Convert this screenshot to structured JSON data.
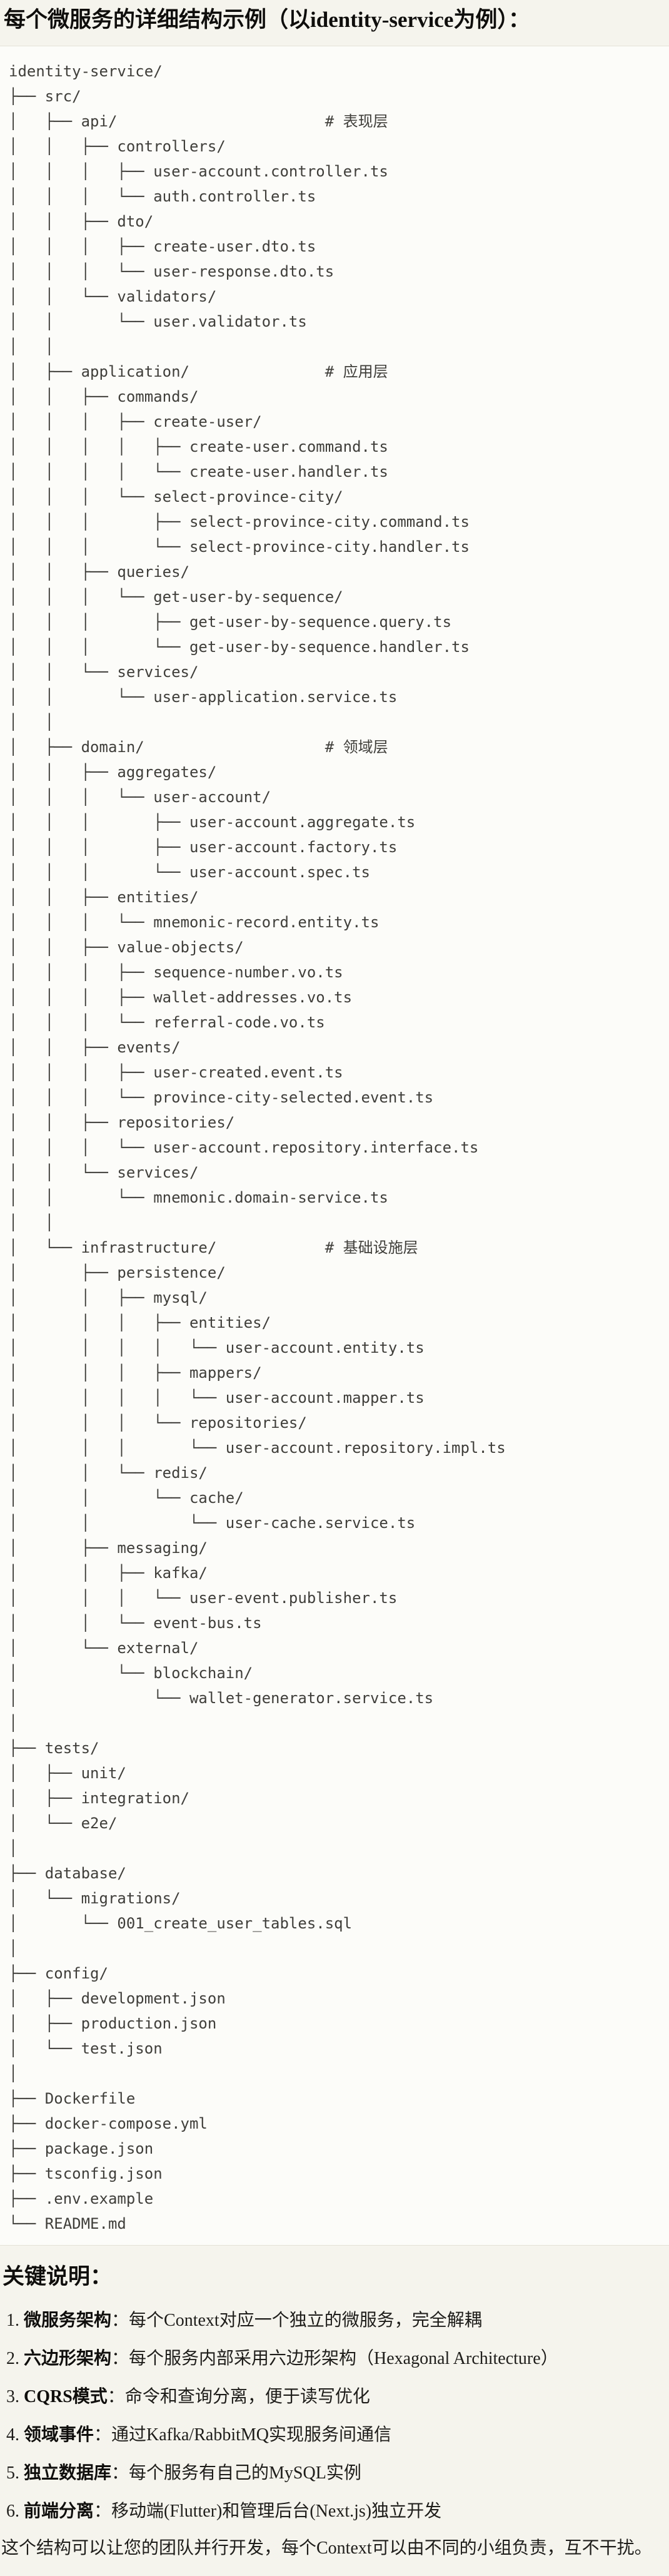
{
  "title": "每个微服务的详细结构示例（以identity-service为例）：",
  "code_block": {
    "lines": [
      "identity-service/",
      "├── src/",
      "│   ├── api/                       # 表现层",
      "│   │   ├── controllers/",
      "│   │   │   ├── user-account.controller.ts",
      "│   │   │   └── auth.controller.ts",
      "│   │   ├── dto/",
      "│   │   │   ├── create-user.dto.ts",
      "│   │   │   └── user-response.dto.ts",
      "│   │   └── validators/",
      "│   │       └── user.validator.ts",
      "│   │",
      "│   ├── application/               # 应用层",
      "│   │   ├── commands/",
      "│   │   │   ├── create-user/",
      "│   │   │   │   ├── create-user.command.ts",
      "│   │   │   │   └── create-user.handler.ts",
      "│   │   │   └── select-province-city/",
      "│   │   │       ├── select-province-city.command.ts",
      "│   │   │       └── select-province-city.handler.ts",
      "│   │   ├── queries/",
      "│   │   │   └── get-user-by-sequence/",
      "│   │   │       ├── get-user-by-sequence.query.ts",
      "│   │   │       └── get-user-by-sequence.handler.ts",
      "│   │   └── services/",
      "│   │       └── user-application.service.ts",
      "│   │",
      "│   ├── domain/                    # 领域层",
      "│   │   ├── aggregates/",
      "│   │   │   └── user-account/",
      "│   │   │       ├── user-account.aggregate.ts",
      "│   │   │       ├── user-account.factory.ts",
      "│   │   │       └── user-account.spec.ts",
      "│   │   ├── entities/",
      "│   │   │   └── mnemonic-record.entity.ts",
      "│   │   ├── value-objects/",
      "│   │   │   ├── sequence-number.vo.ts",
      "│   │   │   ├── wallet-addresses.vo.ts",
      "│   │   │   └── referral-code.vo.ts",
      "│   │   ├── events/",
      "│   │   │   ├── user-created.event.ts",
      "│   │   │   └── province-city-selected.event.ts",
      "│   │   ├── repositories/",
      "│   │   │   └── user-account.repository.interface.ts",
      "│   │   └── services/",
      "│   │       └── mnemonic.domain-service.ts",
      "│   │",
      "│   └── infrastructure/            # 基础设施层",
      "│       ├── persistence/",
      "│       │   ├── mysql/",
      "│       │   │   ├── entities/",
      "│       │   │   │   └── user-account.entity.ts",
      "│       │   │   ├── mappers/",
      "│       │   │   │   └── user-account.mapper.ts",
      "│       │   │   └── repositories/",
      "│       │   │       └── user-account.repository.impl.ts",
      "│       │   └── redis/",
      "│       │       └── cache/",
      "│       │           └── user-cache.service.ts",
      "│       ├── messaging/",
      "│       │   ├── kafka/",
      "│       │   │   └── user-event.publisher.ts",
      "│       │   └── event-bus.ts",
      "│       └── external/",
      "│           └── blockchain/",
      "│               └── wallet-generator.service.ts",
      "│",
      "├── tests/",
      "│   ├── unit/",
      "│   ├── integration/",
      "│   └── e2e/",
      "│",
      "├── database/",
      "│   └── migrations/",
      "│       └── 001_create_user_tables.sql",
      "│",
      "├── config/",
      "│   ├── development.json",
      "│   ├── production.json",
      "│   └── test.json",
      "│",
      "├── Dockerfile",
      "├── docker-compose.yml",
      "├── package.json",
      "├── tsconfig.json",
      "├── .env.example",
      "└── README.md"
    ]
  },
  "notes": {
    "heading": "关键说明：",
    "colon": "：",
    "items": [
      {
        "num": "1.",
        "label": "微服务架构",
        "text": "每个Context对应一个独立的微服务，完全解耦"
      },
      {
        "num": "2.",
        "label": "六边形架构",
        "text": "每个服务内部采用六边形架构（Hexagonal Architecture）"
      },
      {
        "num": "3.",
        "label": "CQRS模式",
        "text": "命令和查询分离，便于读写优化"
      },
      {
        "num": "4.",
        "label": "领域事件",
        "text": "通过Kafka/RabbitMQ实现服务间通信"
      },
      {
        "num": "5.",
        "label": "独立数据库",
        "text": "每个服务有自己的MySQL实例"
      },
      {
        "num": "6.",
        "label": "前端分离",
        "text": "移动端(Flutter)和管理后台(Next.js)独立开发"
      }
    ]
  },
  "closing": "这个结构可以让您的团队并行开发，每个Context可以由不同的小组负责，互不干扰。"
}
